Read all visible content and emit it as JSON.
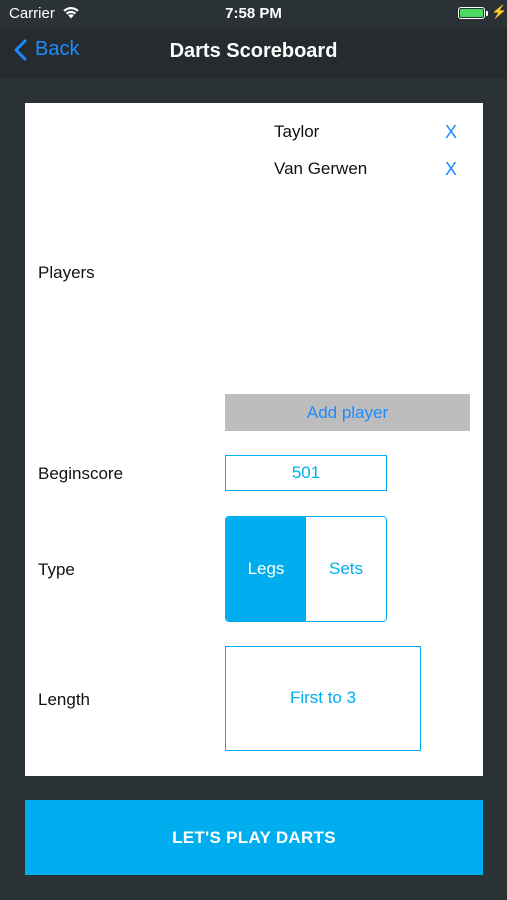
{
  "status_bar": {
    "carrier": "Carrier",
    "time": "7:58 PM",
    "battery_level": 1.0,
    "battery_color": "#4cd964"
  },
  "nav": {
    "back_label": "Back",
    "title": "Darts Scoreboard"
  },
  "form": {
    "players_label": "Players",
    "players": [
      {
        "name": "Taylor",
        "remove_label": "X"
      },
      {
        "name": "Van Gerwen",
        "remove_label": "X"
      }
    ],
    "add_player_label": "Add player",
    "beginscore_label": "Beginscore",
    "beginscore_value": "501",
    "type_label": "Type",
    "type_options": [
      "Legs",
      "Sets"
    ],
    "type_selected": "Legs",
    "length_label": "Length",
    "length_value": "First to 3"
  },
  "action": {
    "play_label": "LET'S PLAY DARTS"
  },
  "colors": {
    "accent": "#00aeef",
    "link": "#1a8cff",
    "background": "#2b3236",
    "navbar": "#252b2f",
    "add_button": "#bdbdbd"
  }
}
